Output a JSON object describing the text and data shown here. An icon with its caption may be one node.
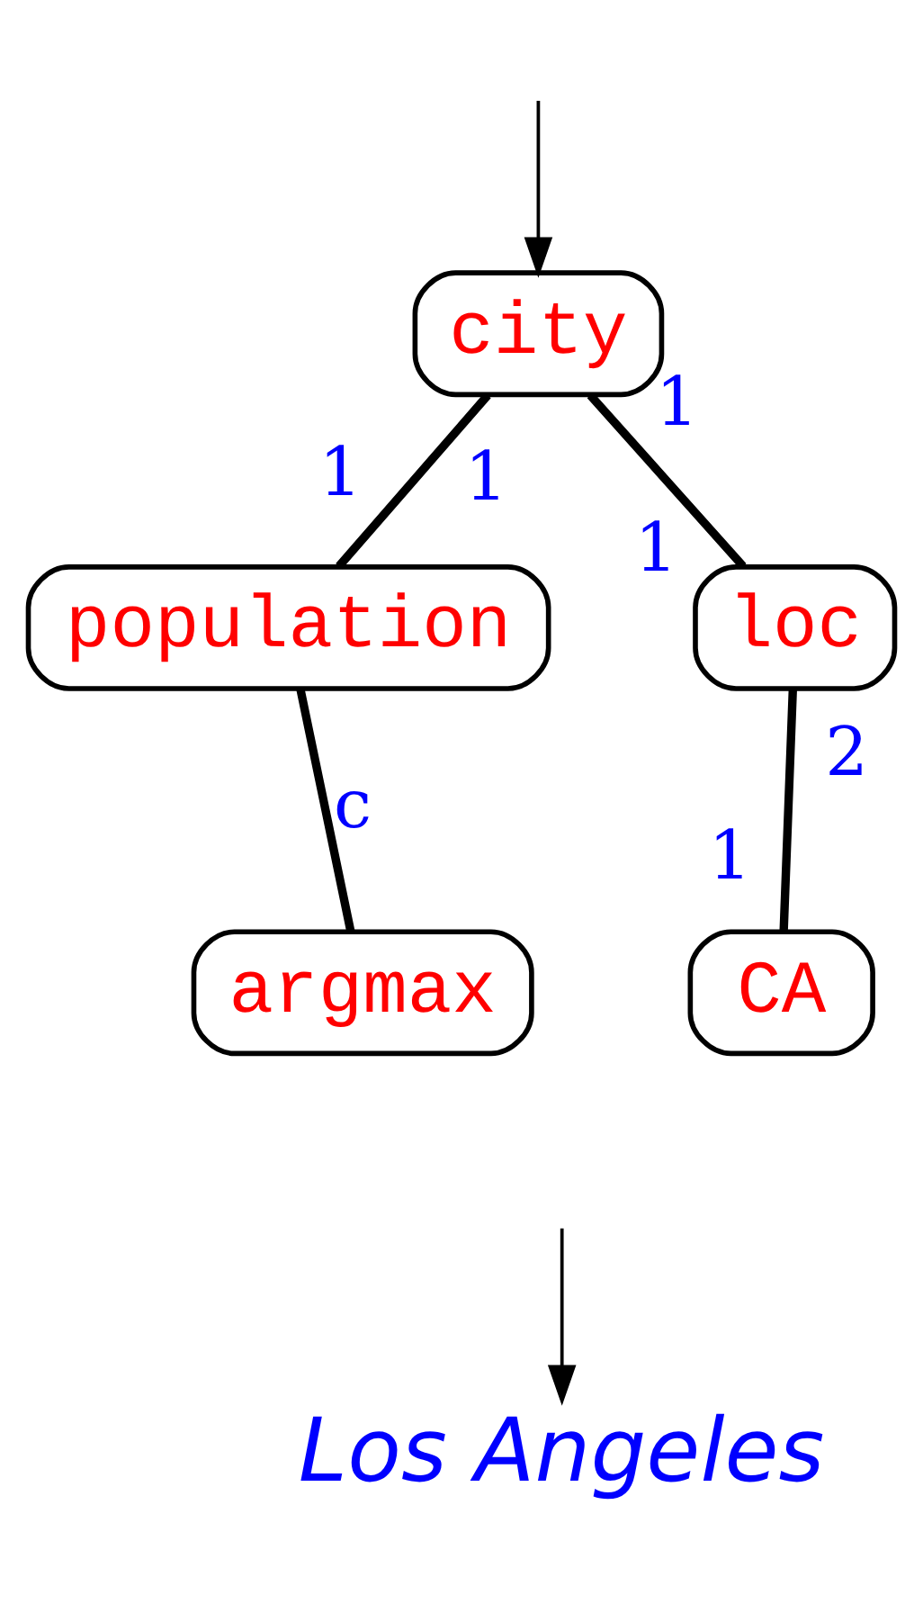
{
  "diagram": {
    "nodes": [
      {
        "text": [
          "city"
        ]
      },
      {
        "text": [
          "population"
        ]
      },
      {
        "text": [
          "loc"
        ]
      },
      {
        "text": [
          "argmax"
        ]
      },
      {
        "text": [
          "CA"
        ]
      },
      {
        "text": [
          "Los Angeles"
        ]
      }
    ],
    "edges": [
      {
        "from": null,
        "to": 0,
        "arrow": "to"
      },
      {
        "from": 0,
        "to": 1,
        "arrow": "none"
      },
      {
        "from": 0,
        "to": 2,
        "arrow": "none"
      },
      {
        "from": 1,
        "to": 3,
        "arrow": "none",
        "label": "c"
      },
      {
        "from": 2,
        "to": 4,
        "arrow": "none"
      },
      {
        "from": null,
        "to": 5,
        "arrow": "to"
      }
    ],
    "labels": [
      "1",
      "1",
      "1",
      "1",
      "2",
      "1"
    ]
  }
}
